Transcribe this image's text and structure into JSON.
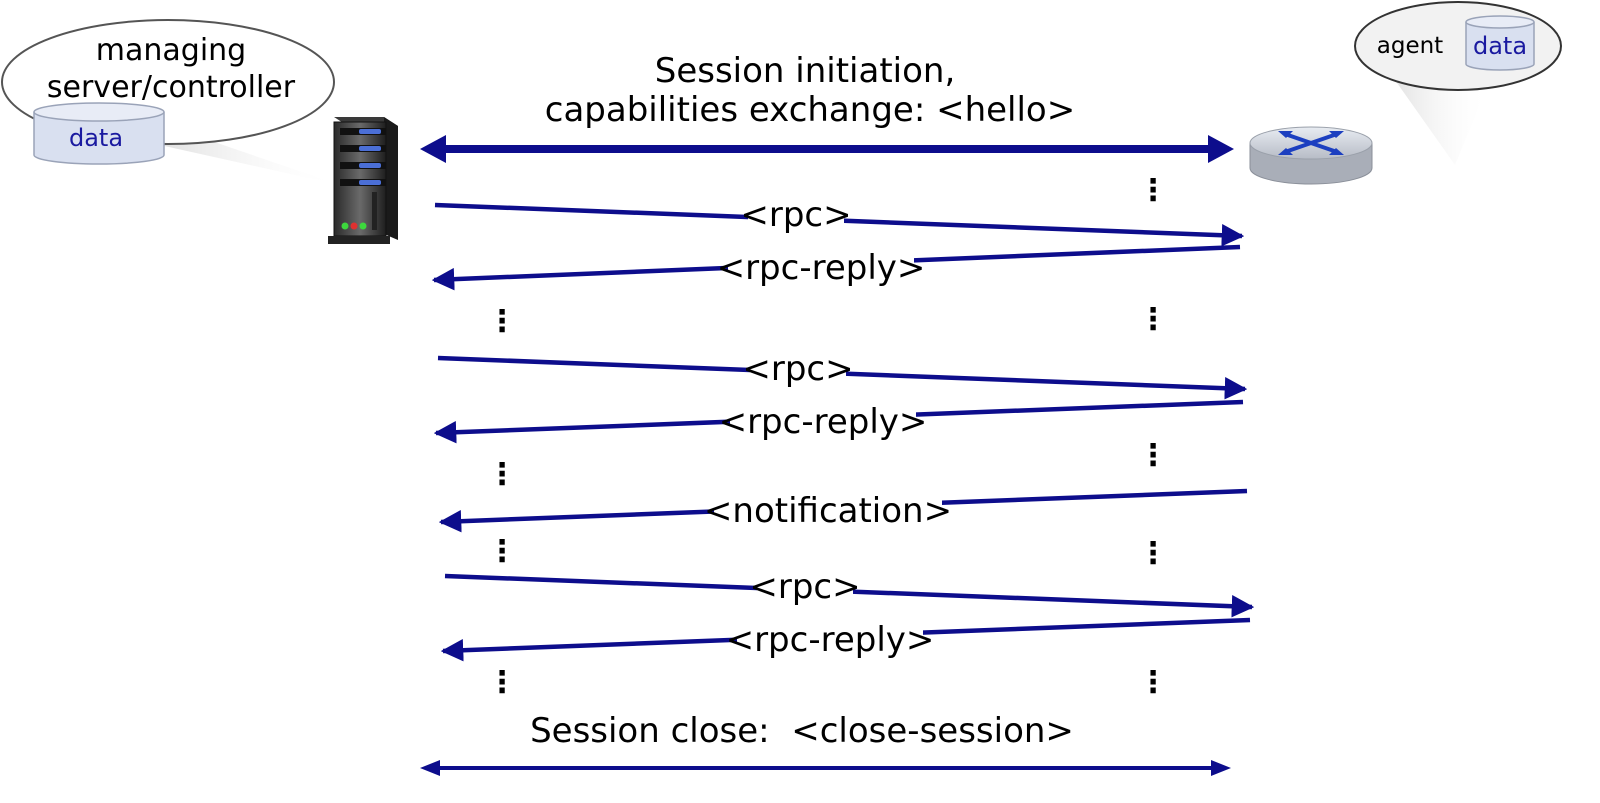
{
  "manager": {
    "bubble_line1": "managing",
    "bubble_line2": "server/controller",
    "data_label": "data"
  },
  "agent": {
    "label": "agent",
    "data_label": "data"
  },
  "session_init": {
    "line1": "Session initiation,",
    "line2": "capabilities exchange: <hello>"
  },
  "messages": [
    {
      "label": "<rpc>",
      "direction": "to-agent"
    },
    {
      "label": "<rpc-reply>",
      "direction": "to-manager"
    },
    {
      "label": "<rpc>",
      "direction": "to-agent"
    },
    {
      "label": "<rpc-reply>",
      "direction": "to-manager"
    },
    {
      "label": "<notification>",
      "direction": "to-manager"
    },
    {
      "label": "<rpc>",
      "direction": "to-agent"
    },
    {
      "label": "<rpc-reply>",
      "direction": "to-manager"
    }
  ],
  "session_close": {
    "label": "Session close:  <close-session>"
  },
  "ellipsis": "⋮",
  "colors": {
    "arrow": "#0d0d8c",
    "data_text": "#1a1aa0",
    "cylinder_fill": "#d9e0f0"
  }
}
